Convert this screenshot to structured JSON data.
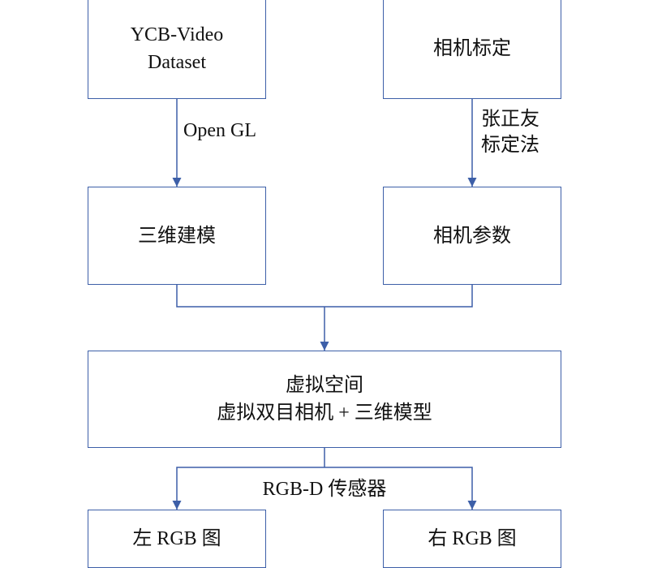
{
  "colors": {
    "stroke": "#3d5fa8",
    "text": "#111111",
    "background": "#ffffff"
  },
  "nodes": {
    "ycb": {
      "line1": "YCB-Video",
      "line2": "Dataset"
    },
    "calibration": {
      "text": "相机标定"
    },
    "modeling": {
      "text": "三维建模"
    },
    "camera_params": {
      "text": "相机参数"
    },
    "virtual_space": {
      "line1": "虚拟空间",
      "line2": "虚拟双目相机 + 三维模型"
    },
    "left_rgb": {
      "text": "左 RGB 图"
    },
    "right_rgb": {
      "text": "右 RGB 图"
    }
  },
  "edge_labels": {
    "opengl": "Open GL",
    "zhang_line1": "张正友",
    "zhang_line2": "标定法",
    "sensor": "RGB-D 传感器"
  }
}
